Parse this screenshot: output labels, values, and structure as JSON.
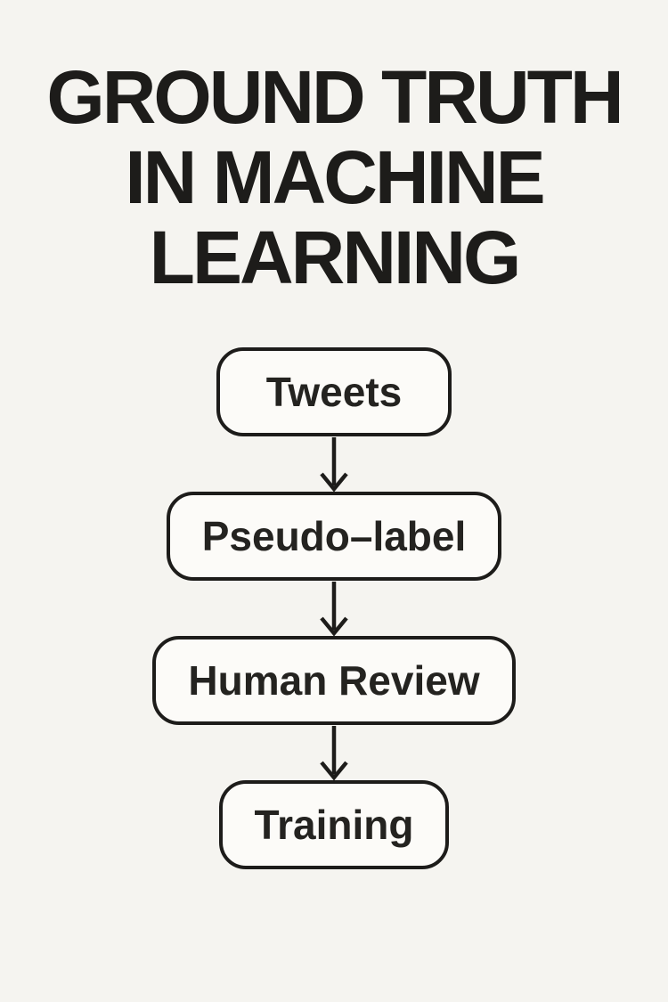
{
  "page": {
    "background_color": "#f5f4f0",
    "ink_color": "#1d1c1a",
    "node_fill_color": "#fcfbf8"
  },
  "title": {
    "text": "GROUND TRUTH IN MACHINE LEARNING",
    "lines": [
      "GROUND TRUTH",
      "IN MACHINE",
      "LEARNING"
    ]
  },
  "flowchart": {
    "type": "flow",
    "direction": "top-down",
    "nodes": [
      {
        "id": "tweets",
        "label": "Tweets"
      },
      {
        "id": "pseudo-label",
        "label": "Pseudo–label"
      },
      {
        "id": "human-review",
        "label": "Human Review"
      },
      {
        "id": "training",
        "label": "Training"
      }
    ],
    "edges": [
      {
        "from": "Tweets",
        "to": "Pseudo–label"
      },
      {
        "from": "Pseudo–label",
        "to": "Human Review"
      },
      {
        "from": "Human Review",
        "to": "Training"
      }
    ],
    "arrow_style": "open-chevron-down"
  }
}
